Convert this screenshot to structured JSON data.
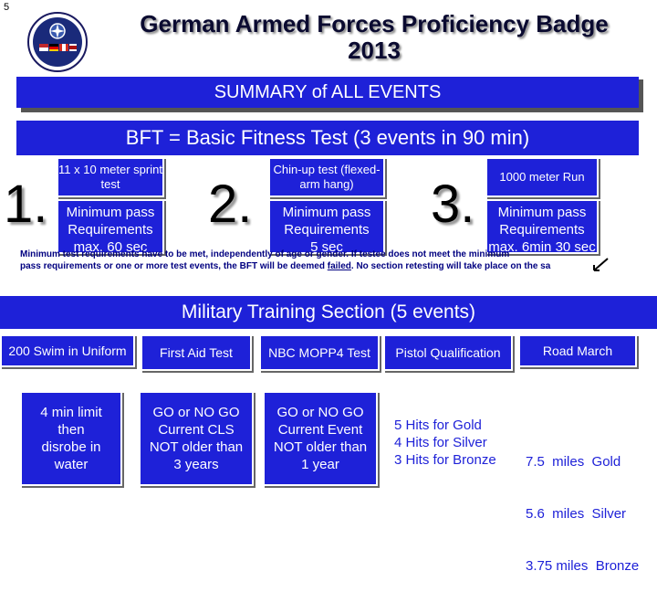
{
  "slide_number": "5",
  "title_line1": "German Armed Forces Proficiency Badge",
  "title_line2": "2013",
  "summary": "SUMMARY  of  ALL  EVENTS",
  "bft": "BFT = Basic Fitness Test  (3 events in 90 min)",
  "events": [
    {
      "number": "1.",
      "title": "11 x 10 meter sprint test",
      "req1": "Minimum pass",
      "req2": "Requirements",
      "req3": "max. 60 sec"
    },
    {
      "number": "2.",
      "title": "Chin-up test (flexed-arm hang)",
      "req1": "Minimum pass",
      "req2": "Requirements",
      "req3": "5 sec"
    },
    {
      "number": "3.",
      "title": "1000 meter Run",
      "req1": "Minimum pass",
      "req2": "Requirements",
      "req3": "max. 6min 30 sec"
    }
  ],
  "note_line1": "Minimum test requirements have to be met, independently of age or gender. If testee does not meet the minimum",
  "note_line2_a": "pass requirements or one or more test events, the BFT will be deemed ",
  "note_failed": "failed",
  "note_line2_b": ". No section retesting will take place on the sa",
  "military": "Military Training Section (5 events)",
  "mil_events": [
    {
      "title": "200 Swim in Uniform",
      "lines": [
        "4 min limit",
        "then",
        "disrobe in",
        "water"
      ]
    },
    {
      "title": "First Aid Test",
      "lines": [
        "GO or NO GO",
        "Current CLS",
        "NOT older than",
        "3 years"
      ]
    },
    {
      "title": "NBC MOPP4 Test",
      "lines": [
        "GO or NO GO",
        "Current Event",
        "NOT older than",
        "1 year"
      ]
    },
    {
      "title": "Pistol Qualification",
      "lines": [
        "5 Hits for Gold",
        "4 Hits for Silver",
        "3 Hits for Bronze"
      ]
    },
    {
      "title": "Road March",
      "lines": [
        "7.5  miles  Gold",
        "5.6  miles  Silver",
        "3.75 miles  Bronze"
      ]
    }
  ],
  "colors": {
    "accent": "#1e21d8",
    "note": "#000080",
    "title": "#0a0a30"
  },
  "icons": [
    "nato-badge-logo-icon",
    "check-arrow-icon"
  ]
}
